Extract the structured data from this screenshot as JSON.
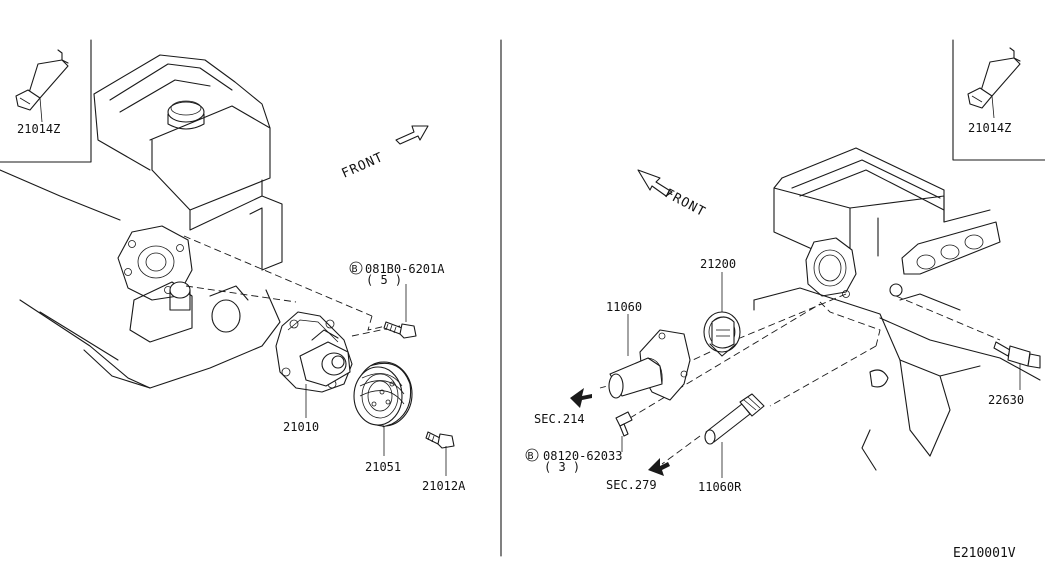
{
  "diagram_id": "E210001V",
  "left_panel": {
    "front_label": "FRONT",
    "inset_part": "21014Z",
    "parts": {
      "water_pump": "21010",
      "pulley": "21051",
      "bolt": "21012A"
    },
    "fastener": {
      "symbol": "B",
      "number": "081B0-6201A",
      "qty": "( 5 )"
    }
  },
  "right_panel": {
    "front_label": "FRONT",
    "inset_part": "21014Z",
    "parts": {
      "thermostat": "21200",
      "water_outlet": "11060",
      "water_pipe": "11060R",
      "temp_sensor": "22630"
    },
    "fastener": {
      "symbol": "B",
      "number": "08120-62033",
      "qty": "( 3 )"
    },
    "references": {
      "sec_214": "SEC.214",
      "sec_279": "SEC.279"
    }
  }
}
